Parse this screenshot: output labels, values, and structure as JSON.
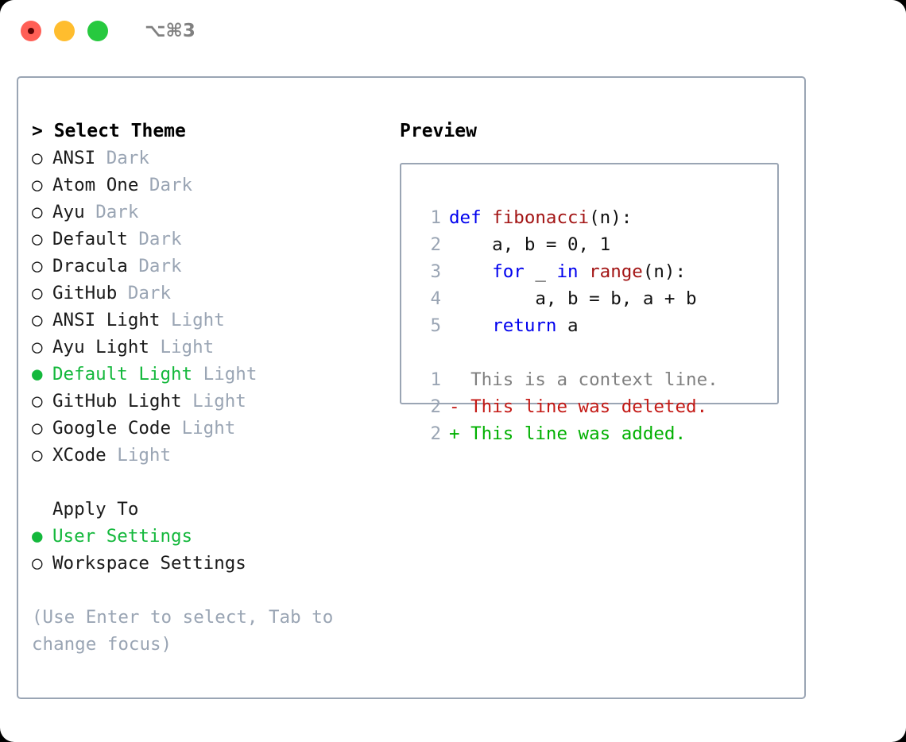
{
  "window": {
    "shortcut": "⌥⌘3",
    "traffic_lights": [
      {
        "name": "close",
        "color": "#ff5f56"
      },
      {
        "name": "minimize",
        "color": "#ffbd2e"
      },
      {
        "name": "maximize",
        "color": "#27c93f"
      }
    ]
  },
  "colors": {
    "accent_green": "#14b83c",
    "muted": "#9aa5b4",
    "border": "#9aa5b4",
    "keyword": "#0000ee",
    "function": "#a31515",
    "diff_removed": "#c41a16",
    "diff_added": "#00b000",
    "diff_context": "#808080"
  },
  "theme_picker": {
    "header": "> Select Theme",
    "marker_selected": "●",
    "marker_unselected": "○",
    "items": [
      {
        "name": "ANSI",
        "variant": "Dark",
        "selected": false
      },
      {
        "name": "Atom One",
        "variant": "Dark",
        "selected": false
      },
      {
        "name": "Ayu",
        "variant": "Dark",
        "selected": false
      },
      {
        "name": "Default",
        "variant": "Dark",
        "selected": false
      },
      {
        "name": "Dracula",
        "variant": "Dark",
        "selected": false
      },
      {
        "name": "GitHub",
        "variant": "Dark",
        "selected": false
      },
      {
        "name": "ANSI Light",
        "variant": "Light",
        "selected": false
      },
      {
        "name": "Ayu Light",
        "variant": "Light",
        "selected": false
      },
      {
        "name": "Default Light",
        "variant": "Light",
        "selected": true
      },
      {
        "name": "GitHub Light",
        "variant": "Light",
        "selected": false
      },
      {
        "name": "Google Code",
        "variant": "Light",
        "selected": false
      },
      {
        "name": "XCode",
        "variant": "Light",
        "selected": false
      }
    ]
  },
  "apply_to": {
    "header": "Apply To",
    "options": [
      {
        "label": "User Settings",
        "selected": true
      },
      {
        "label": "Workspace Settings",
        "selected": false
      }
    ]
  },
  "hint": "(Use Enter to select, Tab to change focus)",
  "preview": {
    "header": "Preview",
    "code_lines": [
      {
        "n": "1",
        "tokens": [
          {
            "t": "def ",
            "c": "kw"
          },
          {
            "t": "fibonacci",
            "c": "fn"
          },
          {
            "t": "(n):",
            "c": "pl"
          }
        ]
      },
      {
        "n": "2",
        "tokens": [
          {
            "t": "    a, b = 0, 1",
            "c": "pl"
          }
        ]
      },
      {
        "n": "3",
        "tokens": [
          {
            "t": "    ",
            "c": "pl"
          },
          {
            "t": "for",
            "c": "kw"
          },
          {
            "t": " _ ",
            "c": "pl"
          },
          {
            "t": "in",
            "c": "kw"
          },
          {
            "t": " ",
            "c": "pl"
          },
          {
            "t": "range",
            "c": "fn"
          },
          {
            "t": "(n):",
            "c": "pl"
          }
        ]
      },
      {
        "n": "4",
        "tokens": [
          {
            "t": "        a, b = b, a + b",
            "c": "pl"
          }
        ]
      },
      {
        "n": "5",
        "tokens": [
          {
            "t": "    ",
            "c": "pl"
          },
          {
            "t": "return",
            "c": "kw"
          },
          {
            "t": " a",
            "c": "pl"
          }
        ]
      }
    ],
    "diff_lines": [
      {
        "n": "1",
        "sign": "  ",
        "text": "This is a context line.",
        "kind": "ctx"
      },
      {
        "n": "2",
        "sign": "- ",
        "text": "This line was deleted.",
        "kind": "del"
      },
      {
        "n": "2",
        "sign": "+ ",
        "text": "This line was added.",
        "kind": "add"
      }
    ]
  }
}
